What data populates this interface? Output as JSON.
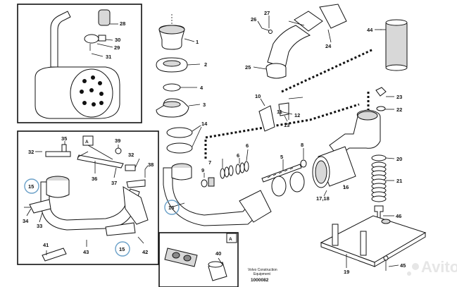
{
  "labels": {
    "n1": "1",
    "n2": "2",
    "n3": "3",
    "n4": "4",
    "n5": "5",
    "n6": "6",
    "n7": "7",
    "n8": "8",
    "n9": "9",
    "n10": "10",
    "n11": "11",
    "n12": "12",
    "n13": "13",
    "n14": "14",
    "n15a": "15",
    "n15b": "15",
    "n15c": "15",
    "n16": "16",
    "n1718": "17,18",
    "n19": "19",
    "n20": "20",
    "n21": "21",
    "n22": "22",
    "n23": "23",
    "n24": "24",
    "n25": "25",
    "n26": "26",
    "n27": "27",
    "n28": "28",
    "n29": "29",
    "n30": "30",
    "n31": "31",
    "n32a": "32",
    "n32b": "32",
    "n33": "33",
    "n34": "34",
    "n35": "35",
    "n36": "36",
    "n37": "37",
    "n38": "38",
    "n39": "39",
    "n40": "40",
    "n41": "41",
    "n42": "42",
    "n43": "43",
    "n44": "44",
    "n45": "45",
    "n46": "46"
  },
  "detail_markers": {
    "a1": "A",
    "a2": "A"
  },
  "footer": {
    "caption_line1": "Volvo Construction",
    "caption_line2": "Equipment",
    "drawing_number": "1000082"
  },
  "watermark": "Avito",
  "colors": {
    "callout_circle": "#6aa0c8",
    "line": "#111111"
  }
}
